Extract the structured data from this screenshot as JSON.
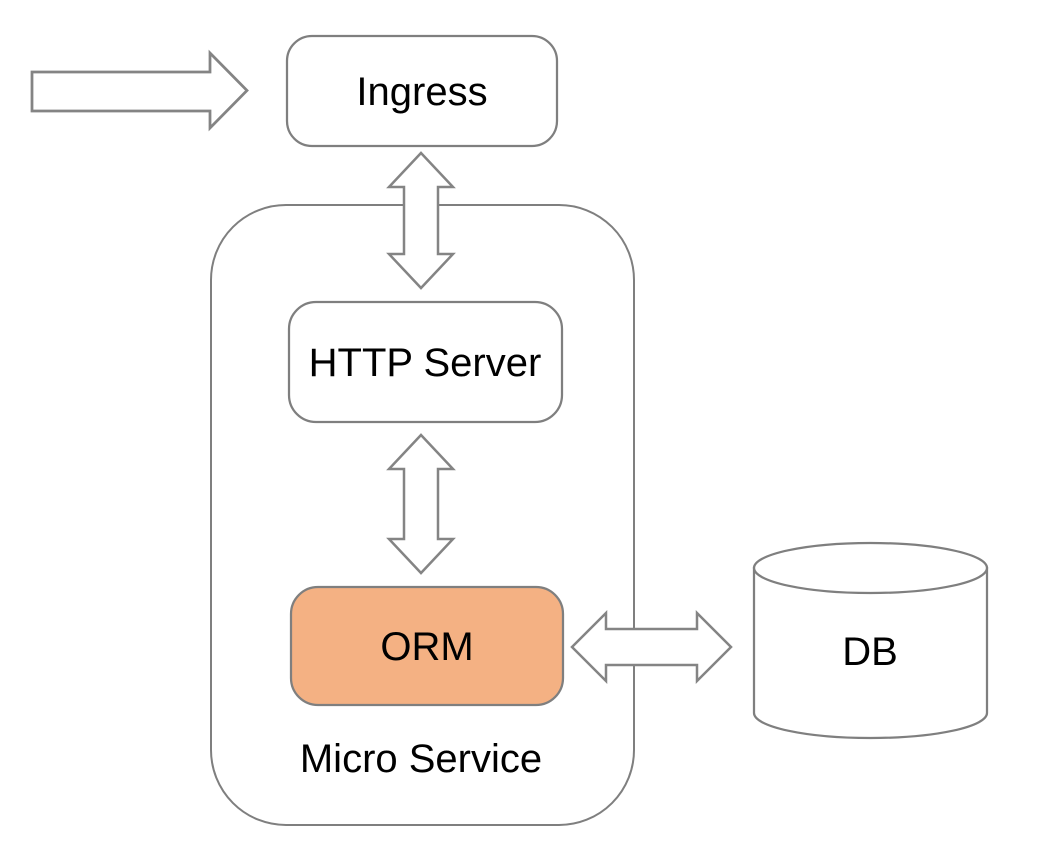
{
  "diagram_type": "architecture",
  "nodes": {
    "ingress": {
      "label": "Ingress"
    },
    "http_server": {
      "label": "HTTP Server"
    },
    "orm": {
      "label": "ORM"
    },
    "db": {
      "label": "DB"
    },
    "micro_service": {
      "label": "Micro Service"
    }
  },
  "edges": [
    {
      "from": "external",
      "to": "ingress",
      "direction": "one-way"
    },
    {
      "from": "ingress",
      "to": "http_server",
      "direction": "bidirectional"
    },
    {
      "from": "http_server",
      "to": "orm",
      "direction": "bidirectional"
    },
    {
      "from": "orm",
      "to": "db",
      "direction": "bidirectional"
    }
  ],
  "colors": {
    "orm_fill": "#F4B183",
    "shape_stroke": "#7F7F7F",
    "arrow_stroke": "#848484",
    "label_text": "#000000",
    "background": "#FFFFFF"
  }
}
